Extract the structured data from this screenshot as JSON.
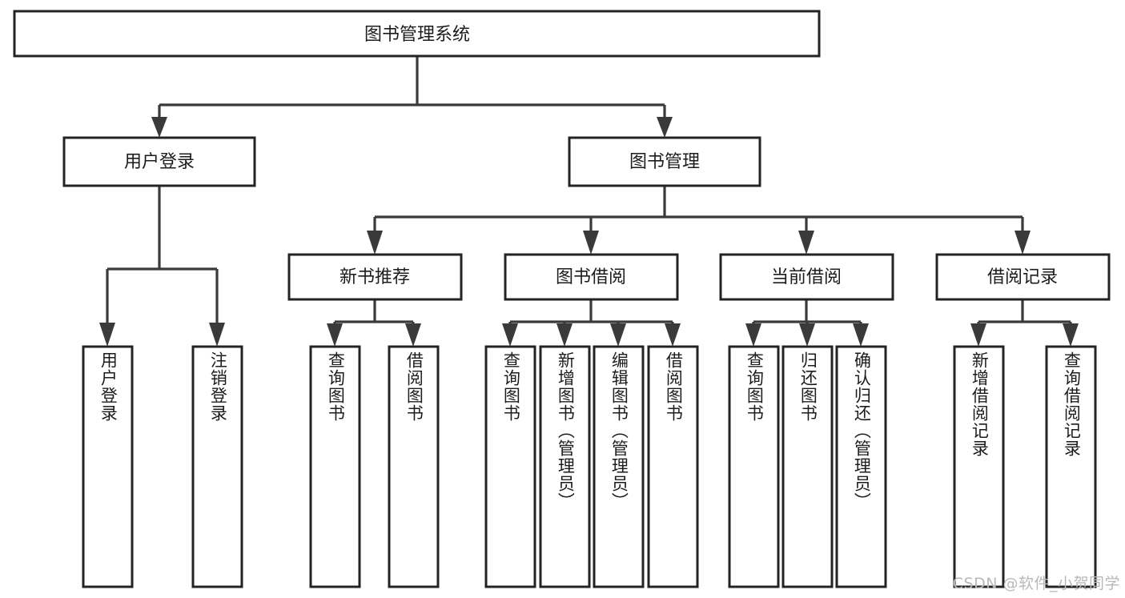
{
  "diagram": {
    "type": "tree-hierarchy",
    "title": "图书管理系统",
    "watermark": "CSDN @软件_小贺同学",
    "colors": {
      "box_stroke": "#232323",
      "box_fill": "#ffffff",
      "connector": "#3a3a3a",
      "text": "#1c1c1c",
      "watermark": "#b9b9b9",
      "background": "#ffffff"
    },
    "root": {
      "label": "图书管理系统"
    },
    "level2": [
      {
        "label": "用户登录"
      },
      {
        "label": "图书管理"
      }
    ],
    "level3": [
      {
        "label": "新书推荐"
      },
      {
        "label": "图书借阅"
      },
      {
        "label": "当前借阅"
      },
      {
        "label": "借阅记录"
      }
    ],
    "leaves": {
      "user_login": [
        {
          "label": "用户登录"
        },
        {
          "label": "注销登录"
        }
      ],
      "new_book_recommend": [
        {
          "label": "查询图书"
        },
        {
          "label": "借阅图书"
        }
      ],
      "book_borrow": [
        {
          "label": "查询图书"
        },
        {
          "label": "新增图书（管理员）"
        },
        {
          "label": "编辑图书（管理员）"
        },
        {
          "label": "借阅图书"
        }
      ],
      "current_borrow": [
        {
          "label": "查询图书"
        },
        {
          "label": "归还图书"
        },
        {
          "label": "确认归还（管理员）"
        }
      ],
      "borrow_record": [
        {
          "label": "新增借阅记录"
        },
        {
          "label": "查询借阅记录"
        }
      ]
    }
  }
}
